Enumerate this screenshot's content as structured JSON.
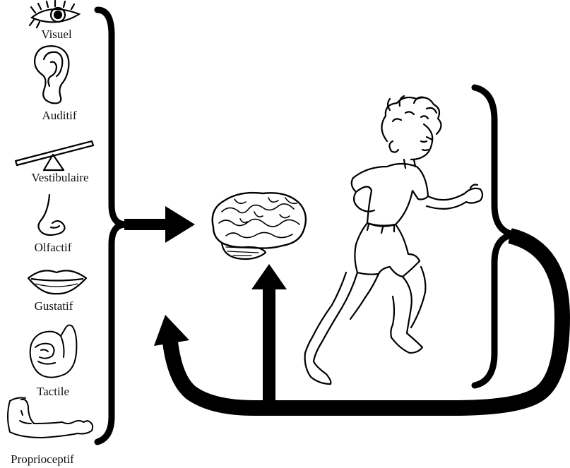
{
  "senses": [
    {
      "key": "visuel",
      "label": "Visuel",
      "icon": "eye-icon"
    },
    {
      "key": "auditif",
      "label": "Auditif",
      "icon": "ear-icon"
    },
    {
      "key": "vestibulaire",
      "label": "Vestibulaire",
      "icon": "seesaw-icon"
    },
    {
      "key": "olfactif",
      "label": "Olfactif",
      "icon": "nose-icon"
    },
    {
      "key": "gustatif",
      "label": "Gustatif",
      "icon": "lips-icon"
    },
    {
      "key": "tactile",
      "label": "Tactile",
      "icon": "hand-icon"
    },
    {
      "key": "proprioceptif",
      "label": "Proprioceptif",
      "icon": "arm-icon"
    }
  ],
  "center": {
    "icon": "brain-icon"
  },
  "figure": {
    "icon": "running-child-icon"
  },
  "colors": {
    "ink": "#000000",
    "background": "#ffffff"
  }
}
